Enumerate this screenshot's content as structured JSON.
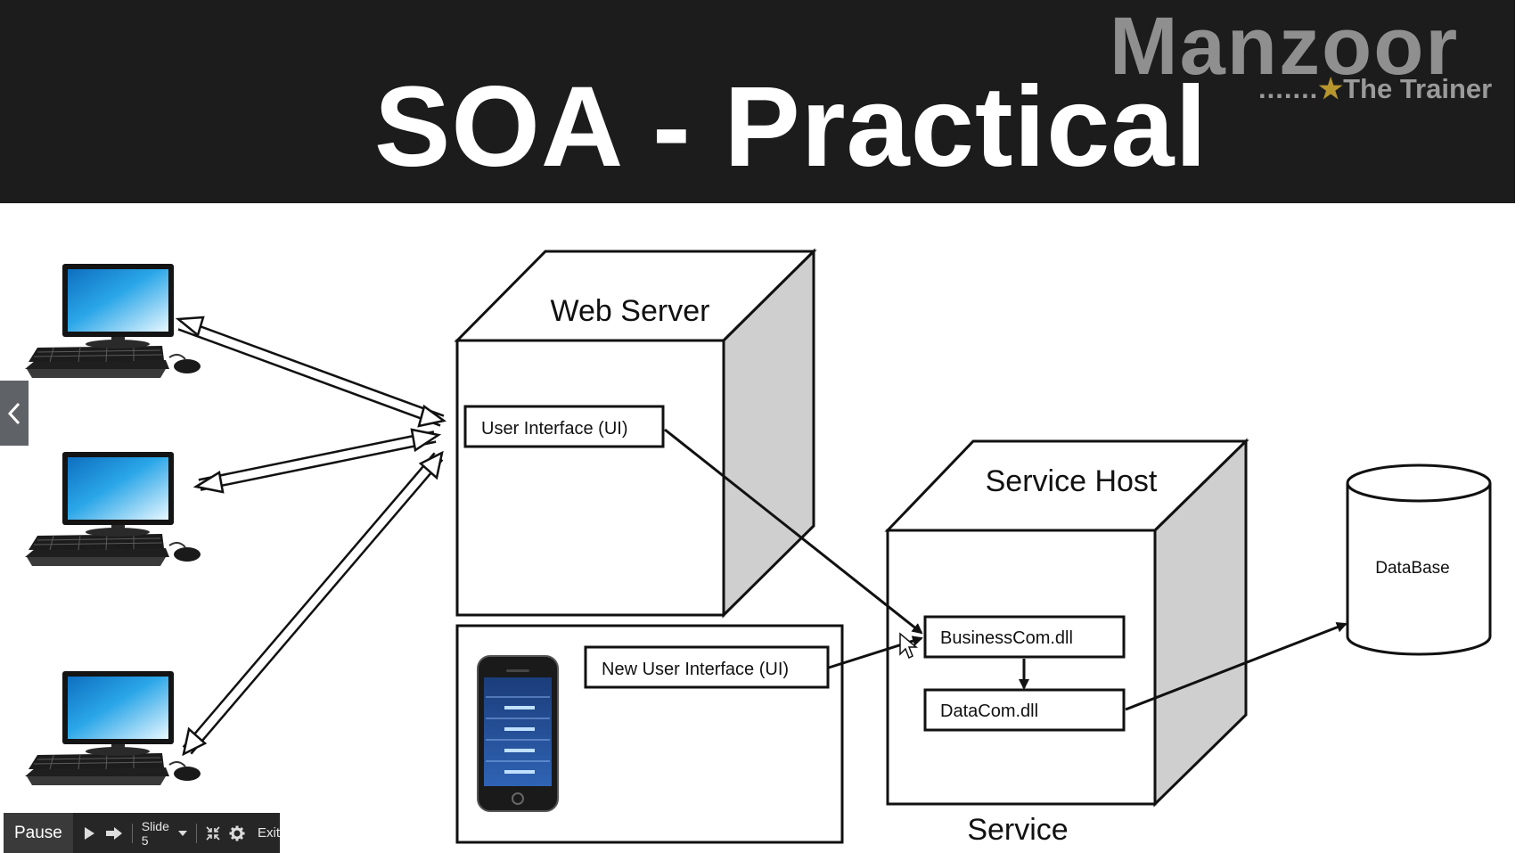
{
  "slide": {
    "title": "SOA - Practical",
    "brand": {
      "name": "Manzoor",
      "tagline_dots": ".......",
      "tagline": "The Trainer"
    }
  },
  "diagram": {
    "web_server": {
      "label": "Web Server",
      "ui_box": "User Interface (UI)"
    },
    "mobile": {
      "ui_box": "New User Interface (UI)"
    },
    "service_host": {
      "label": "Service Host",
      "business_dll": "BusinessCom.dll",
      "data_dll": "DataCom.dll",
      "caption": "Service"
    },
    "database": {
      "label": "DataBase"
    },
    "clients": [
      "desktop-computer",
      "desktop-computer",
      "desktop-computer"
    ]
  },
  "player": {
    "pause_label": "Pause",
    "slide_label": "Slide 5",
    "exit_label": "Exit",
    "icons": [
      "chevron-left-icon",
      "play-icon",
      "next-icon",
      "dropdown-icon",
      "fit-screen-icon",
      "gear-icon"
    ]
  },
  "colors": {
    "header_bg": "#1c1c1c",
    "title": "#ffffff",
    "brand": "#8f8f8f",
    "star": "#b8962e",
    "screen": "#2aa6e8"
  }
}
